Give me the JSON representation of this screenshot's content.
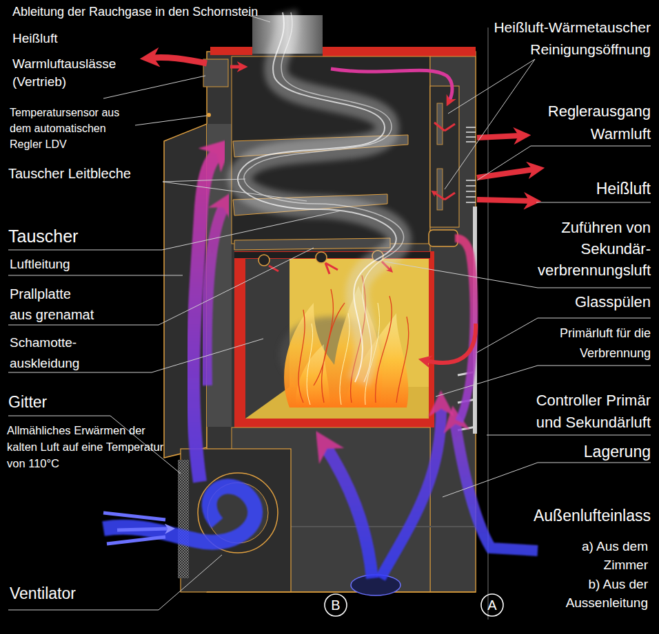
{
  "diagram": {
    "nodes": [
      {
        "text": [
          "B"
        ]
      },
      {
        "text": [
          "A"
        ]
      }
    ],
    "labels": [
      "Ableitung der Rauchgase in den Schornstein",
      "Heißluft",
      "Warmluftauslässe (Vertrieb)",
      "Temperatursensor aus dem automatischen Regler LDV",
      "Tauscher Leitbleche",
      "Tauscher",
      "Luftleitung",
      "Prallplatte aus grenamat",
      "Schamotte- auskleidung",
      "Gitter",
      "Allmähliches Erwärmen der kalten Luft auf eine Temperatur von 110°C",
      "Ventilator",
      "Heißluft-Wärmetauscher Reinigungsöffnung",
      "Reglerausgang Warmluft",
      "Heißluft",
      "Zuführen von Sekundär- verbrennungsluft",
      "Glasspülen",
      "Primärluft für die Verbrennung",
      "Controller Primär und Sekundärluft",
      "Lagerung",
      "Außenlufteinlass",
      "a) Aus dem Zimmer",
      "b) Aus der Aussenleitung"
    ]
  }
}
